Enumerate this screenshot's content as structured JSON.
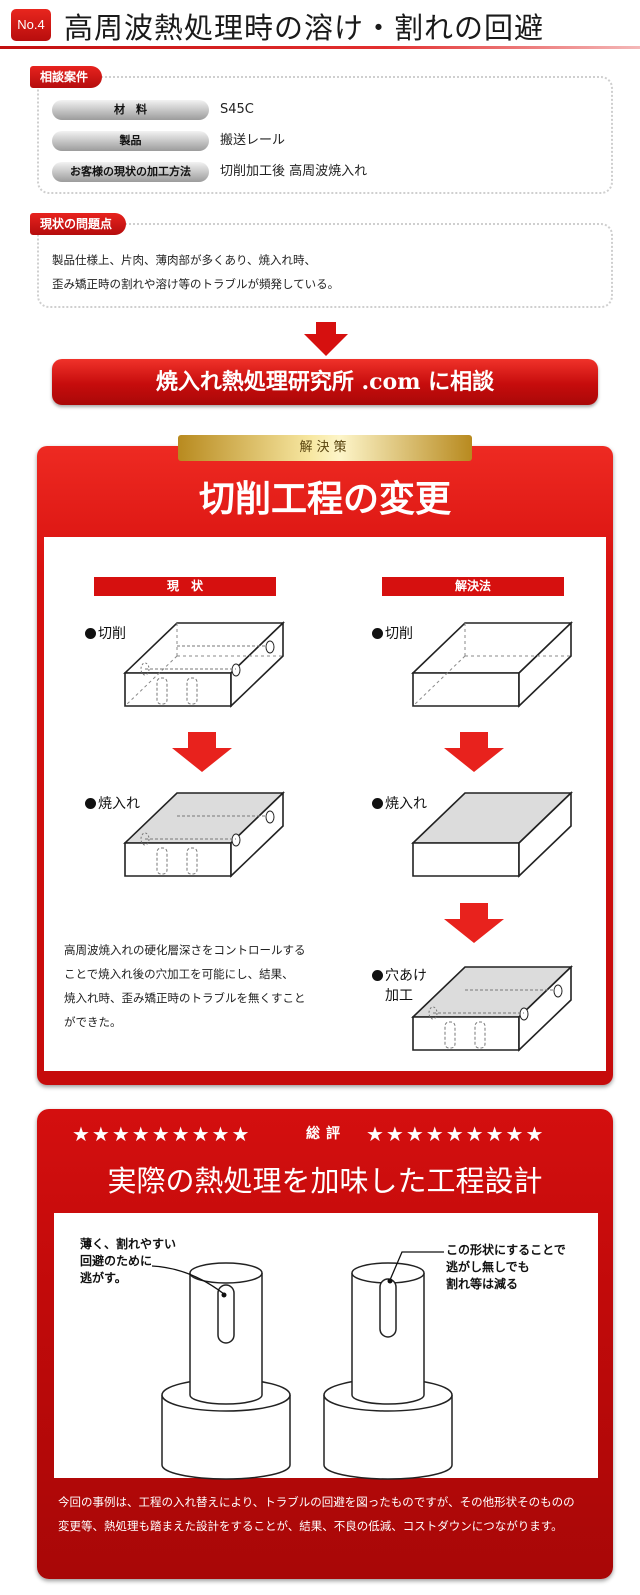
{
  "header": {
    "badge": "No.4",
    "title": "高周波熱処理時の溶け・割れの回避"
  },
  "consultation": {
    "tag": "相談案件",
    "rows": [
      {
        "label": "材　料",
        "value": "S45C"
      },
      {
        "label": "製品",
        "value": "搬送レール"
      },
      {
        "label": "お客様の現状の加工方法",
        "value": "切削加工後 高周波焼入れ"
      }
    ]
  },
  "problem": {
    "tag": "現状の問題点",
    "lines": [
      "製品仕様上、片肉、薄肉部が多くあり、焼入れ時、",
      "歪み矯正時の割れや溶け等のトラブルが頻発している。"
    ]
  },
  "consult_banner": "焼入れ熱処理研究所 .com に相談",
  "solution": {
    "tab": "解決策",
    "title": "切削工程の変更",
    "current": {
      "header": "現　状",
      "steps": [
        "切削",
        "焼入れ"
      ]
    },
    "proposed": {
      "header": "解決法",
      "steps": [
        "切削",
        "焼入れ",
        "穴あけ",
        "加工"
      ]
    },
    "note_lines": [
      "高周波焼入れの硬化層深さをコントロールする",
      "ことで焼入れ後の穴加工を可能にし、結果、",
      "焼入れ時、歪み矯正時のトラブルを無くすこと",
      "ができた。"
    ]
  },
  "review": {
    "stars": "★★★★★★★★★",
    "heading": "総評",
    "title": "実際の熱処理を加味した工程設計",
    "left_callout": [
      "薄く、割れやすい",
      "回避のために",
      "逃がす。"
    ],
    "right_callout": [
      "この形状にすることで",
      "逃がし無しでも",
      "割れ等は減る"
    ],
    "summary_lines": [
      "今回の事例は、工程の入れ替えにより、トラブルの回避を図ったものですが、その他形状そのものの",
      "変更等、熱処理も踏まえた設計をすることが、結果、不良の低減、コストダウンにつながります。"
    ]
  },
  "colors": {
    "brand_red": "#d6100f",
    "gold": "#e8cf7a",
    "label_gray": "#9c9c9c"
  }
}
